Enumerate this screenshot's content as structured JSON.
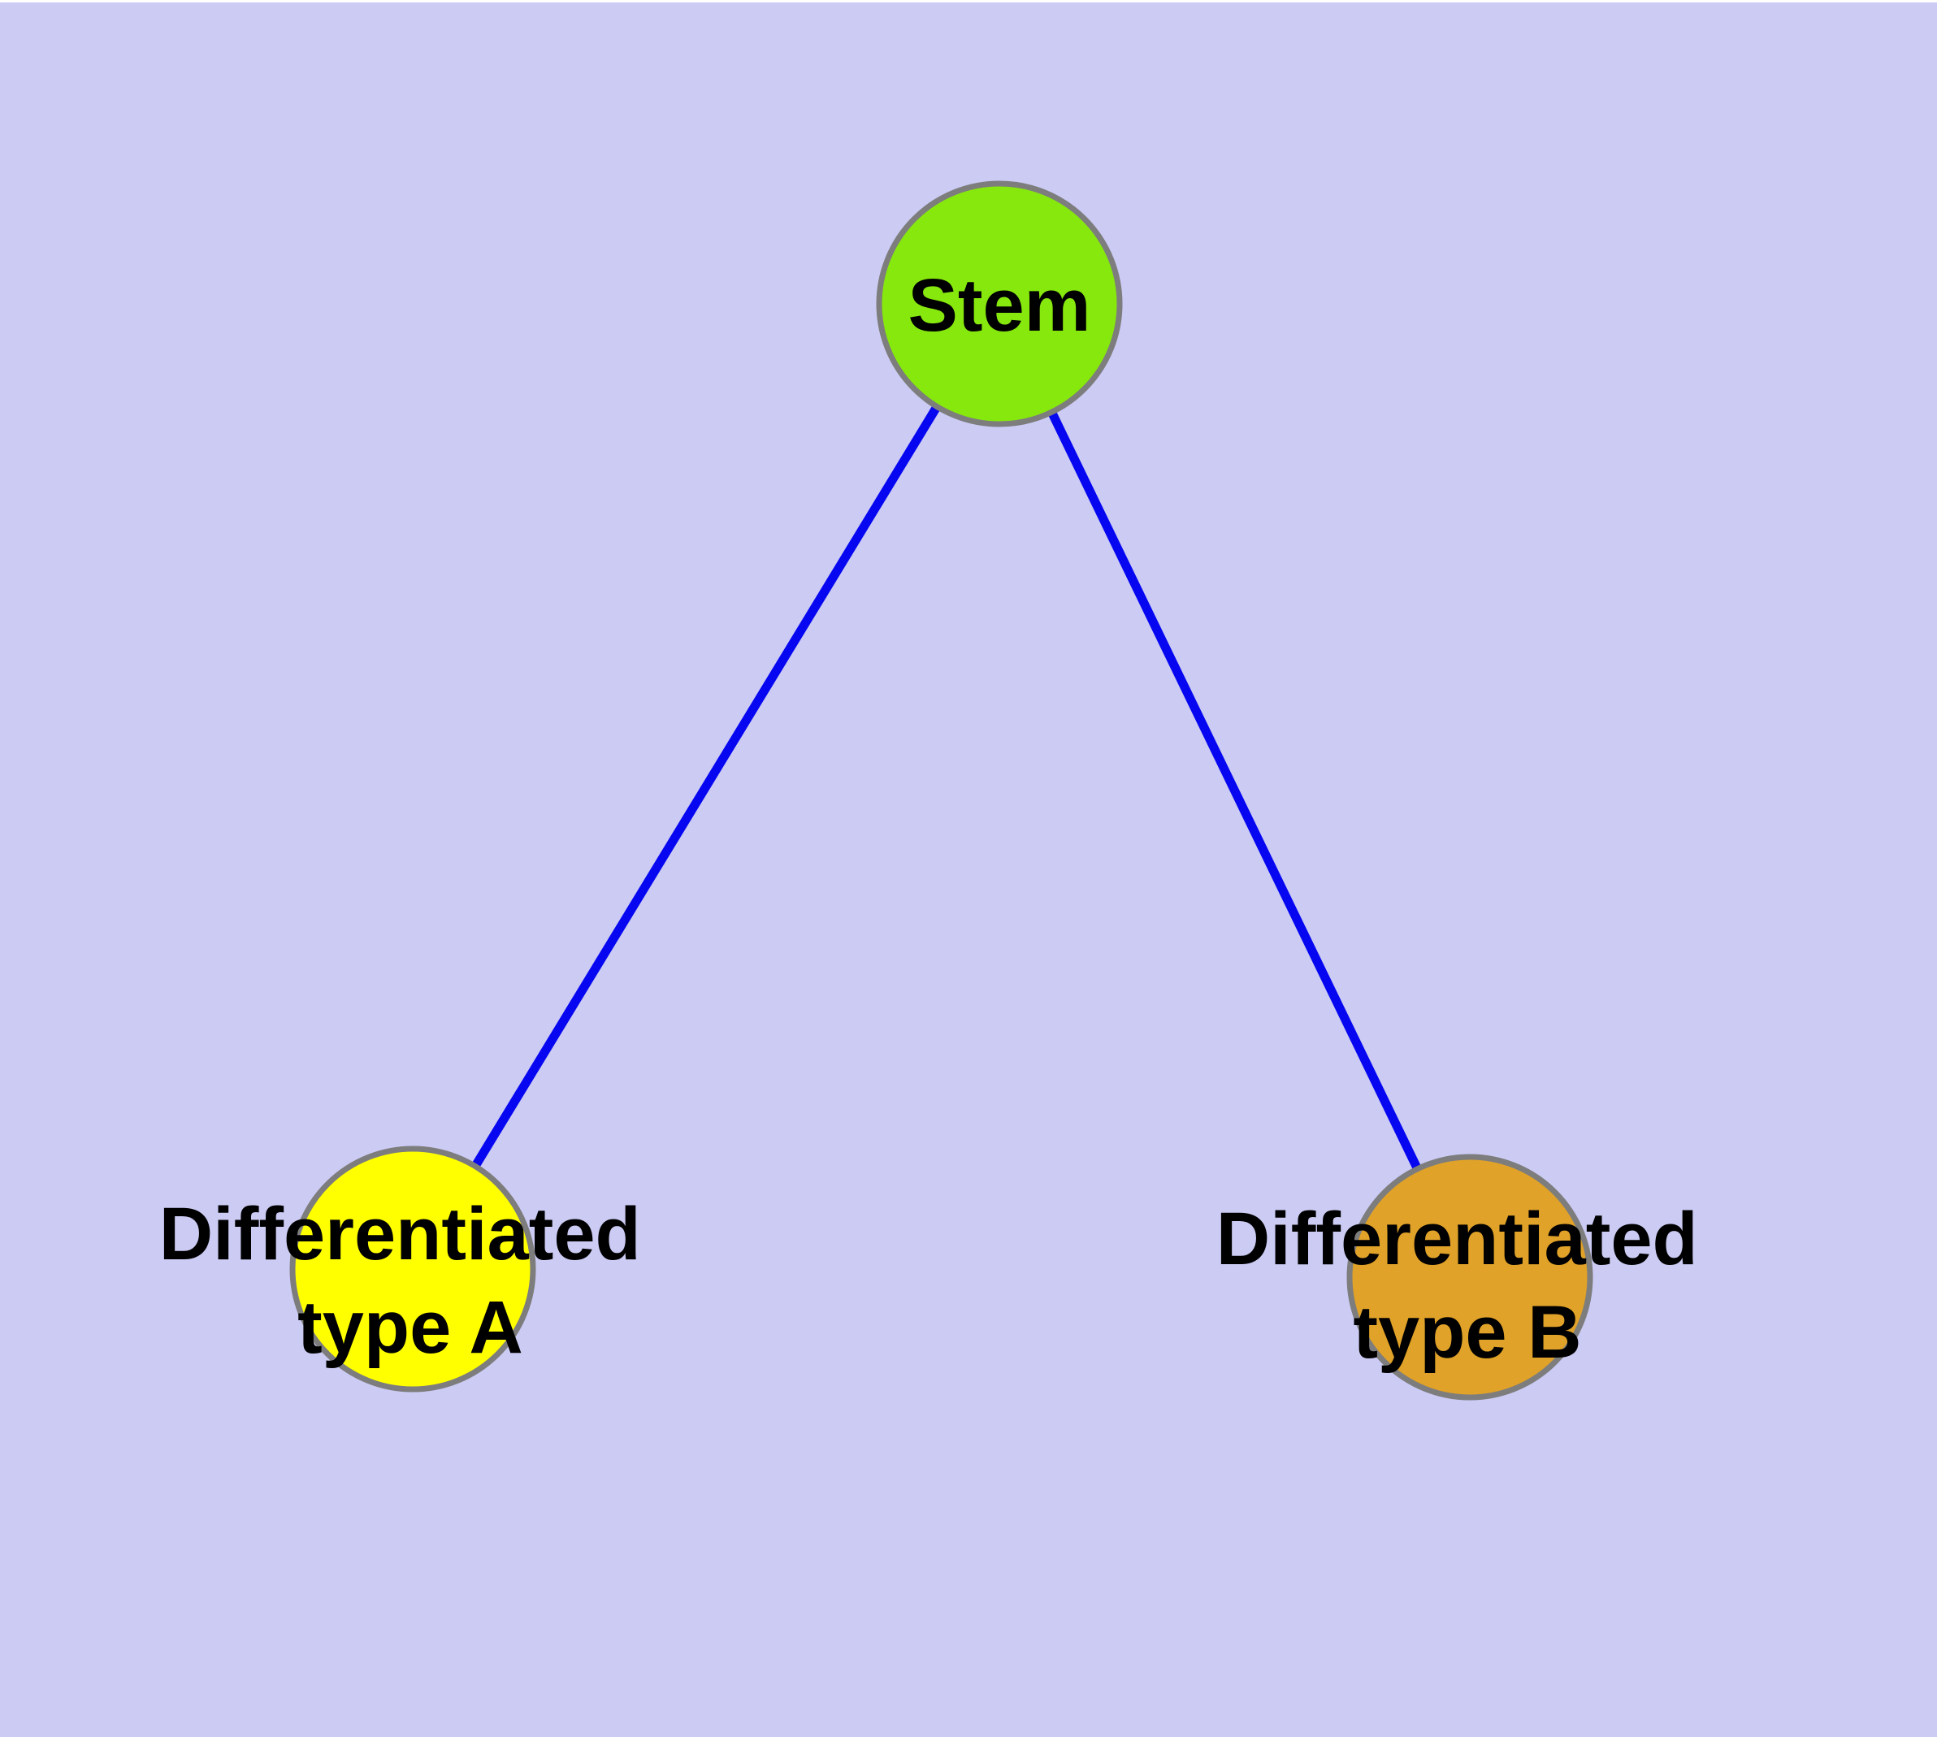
{
  "canvas": {
    "background": "#CBCBF4",
    "top_margin_color": "#FFFFFF",
    "label_color": "#000000"
  },
  "diagram": {
    "type": "node-link-graph",
    "description": "Stem cell differentiation tree with one parent node and two child nodes",
    "nodes": [
      {
        "id": "stem",
        "label": "Stem",
        "label_lines": [
          "Stem"
        ],
        "fill": "#86E80D",
        "border": "#7D7D7D"
      },
      {
        "id": "differentiated-type-a",
        "label": "Differentiated type A",
        "label_lines": [
          "Differentiated",
          "type A"
        ],
        "fill": "#FFFF00",
        "border": "#7D7D7D"
      },
      {
        "id": "differentiated-type-b",
        "label": "Differentiated type B",
        "label_lines": [
          "Differentiated",
          "type B"
        ],
        "fill": "#E0A228",
        "border": "#7D7D7D"
      }
    ],
    "edges": [
      {
        "from": "Stem",
        "to": "Differentiated type A",
        "color": "#0606F0"
      },
      {
        "from": "Stem",
        "to": "Differentiated type B",
        "color": "#0606F0"
      }
    ]
  }
}
